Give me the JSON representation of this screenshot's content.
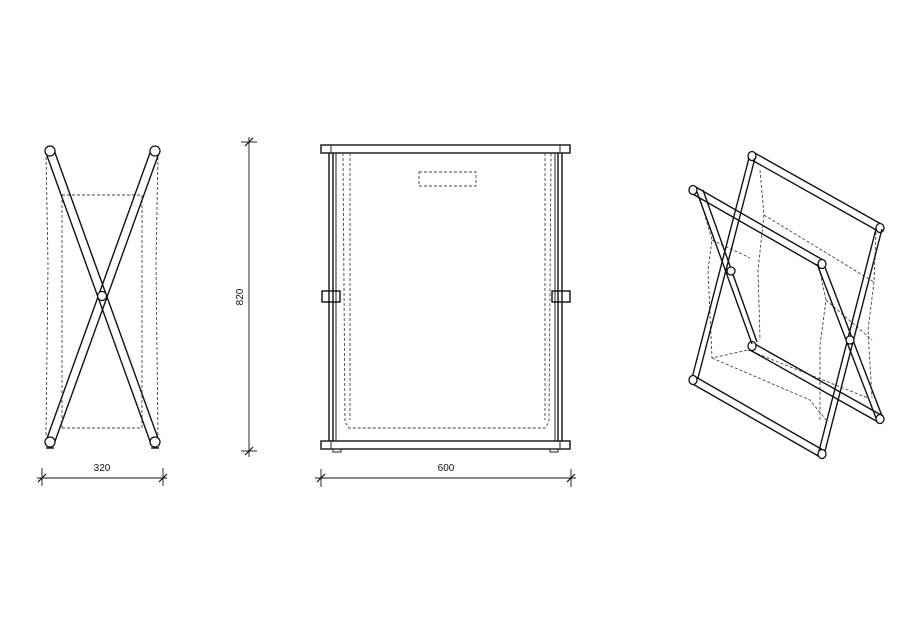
{
  "dimensions": {
    "depth": "320",
    "height": "820",
    "width": "600"
  },
  "views": [
    "side",
    "front",
    "isometric"
  ],
  "colors": {
    "line": "#111111",
    "background": "#ffffff"
  }
}
